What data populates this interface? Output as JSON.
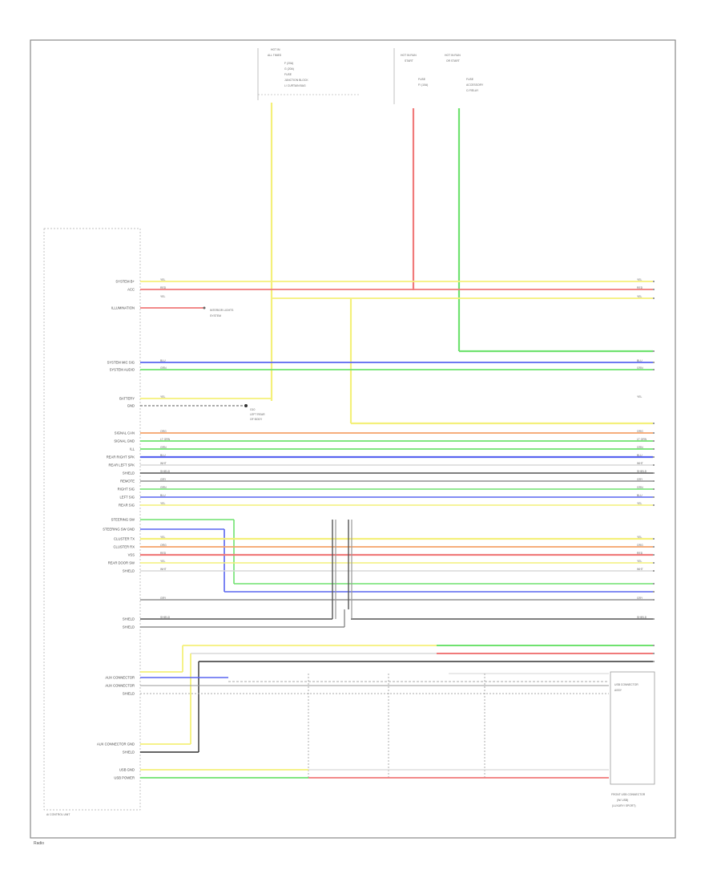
{
  "diagram": {
    "footer_label": "Radio",
    "module_label": "A/ CONTROL UNIT",
    "fuse_top": {
      "header": [
        "HOT IN",
        "ALL TIMES"
      ],
      "legend": [
        "F (20A)",
        "G (20A)",
        "FUSE",
        "JUNCTION BLOCK",
        "L/ CURTAIN BAG"
      ]
    },
    "fuse_right_a": {
      "header": [
        "HOT IN RUN",
        "START"
      ],
      "legend": [
        "FUSE",
        "F/ (10A)"
      ]
    },
    "fuse_right_b": {
      "header": [
        "HOT IN RUN",
        "OR START"
      ],
      "legend": [
        "FUSE",
        "ACCESSORY",
        "C/ RELAY"
      ]
    },
    "left_labels": [
      {
        "text": "SYSTEM B+",
        "row": 351
      },
      {
        "text": "ACC",
        "row": 361
      },
      {
        "text": "ILLUMINATION",
        "row": 384
      },
      {
        "text": "SYSTEM MIC SIG",
        "row": 452
      },
      {
        "text": "SYSTEM AUDIO",
        "row": 461
      },
      {
        "text": "BATTERY",
        "row": 497
      },
      {
        "text": "GND",
        "row": 506
      },
      {
        "text": "SIGNAL CAN",
        "row": 540
      },
      {
        "text": "SIGNAL GND",
        "row": 550
      },
      {
        "text": "ILL",
        "row": 560
      },
      {
        "text": "REAR RIGHT SPK",
        "row": 570
      },
      {
        "text": "REAR LEFT SPK",
        "row": 580
      },
      {
        "text": "SHIELD",
        "row": 590
      },
      {
        "text": "REMOTE",
        "row": 600
      },
      {
        "text": "RIGHT SIG",
        "row": 610
      },
      {
        "text": "LEFT SIG",
        "row": 620
      },
      {
        "text": "REAR SIG",
        "row": 630
      },
      {
        "text": "STEERING SW",
        "row": 648
      },
      {
        "text": "STEERING SW GND",
        "row": 660
      },
      {
        "text": "CLUSTER TX",
        "row": 672
      },
      {
        "text": "CLUSTER RX",
        "row": 682
      },
      {
        "text": "VSS",
        "row": 692
      },
      {
        "text": "REAR DOOR SW",
        "row": 702
      },
      {
        "text": "SHIELD",
        "row": 712
      },
      {
        "text": "SHIELD",
        "row": 772
      },
      {
        "text": "SHIELD",
        "row": 782
      },
      {
        "text": "AUX CONNECTOR",
        "row": 845
      },
      {
        "text": "AUX CONNECTOR",
        "row": 855
      },
      {
        "text": "SHIELD",
        "row": 865
      },
      {
        "text": "AUX CONNECTOR GND",
        "row": 928
      },
      {
        "text": "SHIELD",
        "row": 938
      },
      {
        "text": "USB GND",
        "row": 960
      },
      {
        "text": "USB POWER",
        "row": 970
      }
    ],
    "wire_tags": {
      "yel": "YEL",
      "red": "RED",
      "grn": "GRN",
      "blu": "BLU",
      "wht": "WHT",
      "org": "ORG",
      "ltgrn": "LT GRN",
      "shield": "SHIELD",
      "gry": "GRY"
    },
    "right_block_label": [
      "USB CONNECTOR",
      "ASSY"
    ],
    "bottom_right_label": [
      "FRONT USB CONNECTOR",
      "(W/ USB)",
      "(LUXURY/ SPORT)"
    ],
    "illum_note": [
      "INTERIOR LIGHTS",
      "SYSTEM"
    ],
    "ground_note": [
      "G10",
      "LEFT REAR",
      "OF BODY"
    ],
    "colors": {
      "yellow": "#f4f07a",
      "red": "#f07a7a",
      "green": "#6fe26f",
      "blue": "#5a66f0",
      "orange": "#f4a36a",
      "gray": "#7a7a7a",
      "lightgray": "#d8d8d8",
      "black": "#333333"
    }
  }
}
